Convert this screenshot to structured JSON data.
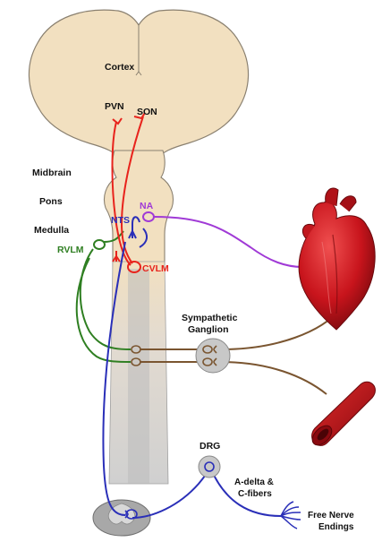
{
  "labels": {
    "cortex": "Cortex",
    "pvn": "PVN",
    "son": "SON",
    "midbrain": "Midbrain",
    "pons": "Pons",
    "medulla": "Medulla",
    "na": "NA",
    "nts": "NTS",
    "rvlm": "RVLM",
    "cvlm": "CVLM",
    "sympathetic_line1": "Sympathetic",
    "sympathetic_line2": "Ganglion",
    "drg": "DRG",
    "fibers_line1": "A-delta &",
    "fibers_line2": "C-fibers",
    "endings_line1": "Free Nerve",
    "endings_line2": "Endings"
  },
  "colors": {
    "brain": "#f2e0c0",
    "brain_outline": "#8a8070",
    "pathway_red": "#e8231c",
    "pathway_blue": "#2a2fb8",
    "pathway_purple": "#a03ad6",
    "pathway_green": "#2f7f22",
    "pathway_brown": "#7a5530",
    "ganglion_fill": "#c8c8c8",
    "heart_red": "#c8141c",
    "vessel_red": "#c0141a"
  },
  "icons": {
    "heart": "heart-icon",
    "blood_vessel": "blood-vessel-icon",
    "spinal_cord_section": "spinal-cord-section-icon",
    "free_nerve_endings": "nerve-endings-icon"
  }
}
